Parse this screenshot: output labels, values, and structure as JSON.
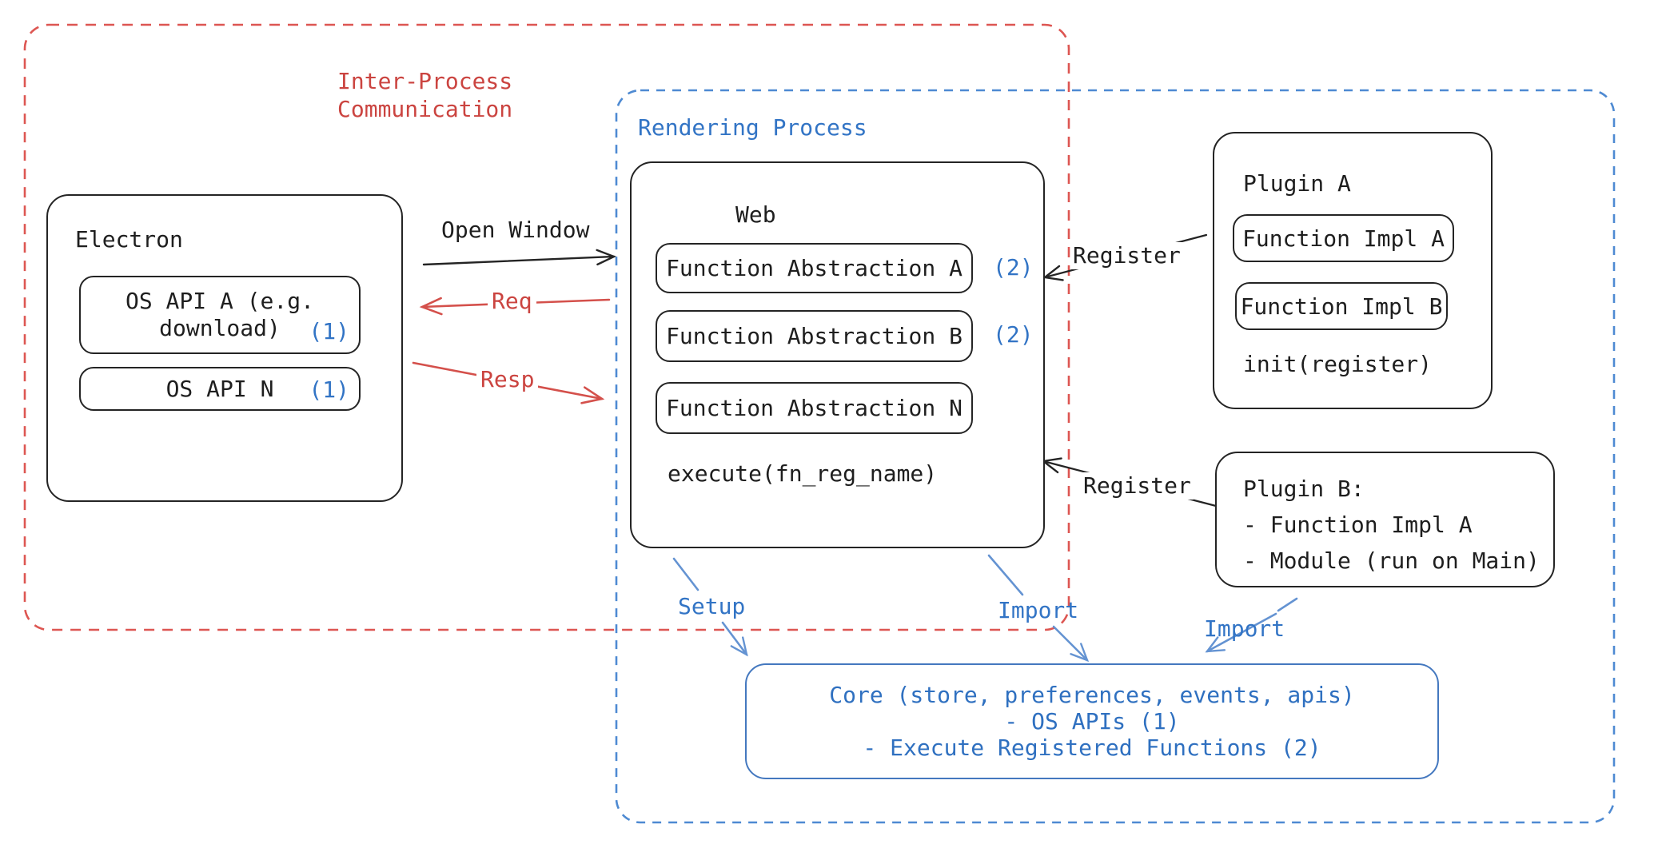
{
  "colors": {
    "ipc_dash_red": "#dd5652",
    "ipc_text_red": "#cb4440",
    "rendering_dash_blue": "#4e8ad2",
    "rendering_text_blue": "#3274c5",
    "core_border_blue": "#4478bf",
    "core_text_blue": "#2f70c0",
    "arrow_blue": "#6493d2",
    "sketch_black": "#242424"
  },
  "regions": {
    "ipc": {
      "label": "Inter-Process\nCommunication"
    },
    "rendering": {
      "label": "Rendering Process"
    }
  },
  "electron": {
    "title": "Electron",
    "apis": [
      {
        "label": "OS API A (e.g. download)",
        "badge": "(1)"
      },
      {
        "label": "OS API N",
        "badge": "(1)"
      }
    ]
  },
  "web": {
    "title": "Web",
    "abstractions": [
      {
        "label": "Function Abstraction A",
        "badge": "(2)"
      },
      {
        "label": "Function Abstraction B",
        "badge": "(2)"
      },
      {
        "label": "Function Abstraction N",
        "badge": ""
      }
    ],
    "footer": "execute(fn_reg_name)"
  },
  "plugin_a": {
    "title": "Plugin A",
    "impls": [
      {
        "label": "Function Impl A"
      },
      {
        "label": "Function Impl B"
      }
    ],
    "footer": "init(register)"
  },
  "plugin_b": {
    "lines": [
      "Plugin B:",
      "- Function Impl A",
      "- Module (run on Main)"
    ]
  },
  "core": {
    "lines": [
      "Core (store, preferences, events, apis)",
      "- OS APIs (1)",
      "- Execute Registered Functions (2)"
    ]
  },
  "arrows": {
    "open_window": "Open Window",
    "req": "Req",
    "resp": "Resp",
    "register_a": "Register",
    "register_b": "Register",
    "setup": "Setup",
    "import_web": "Import",
    "import_plugin": "Import"
  }
}
